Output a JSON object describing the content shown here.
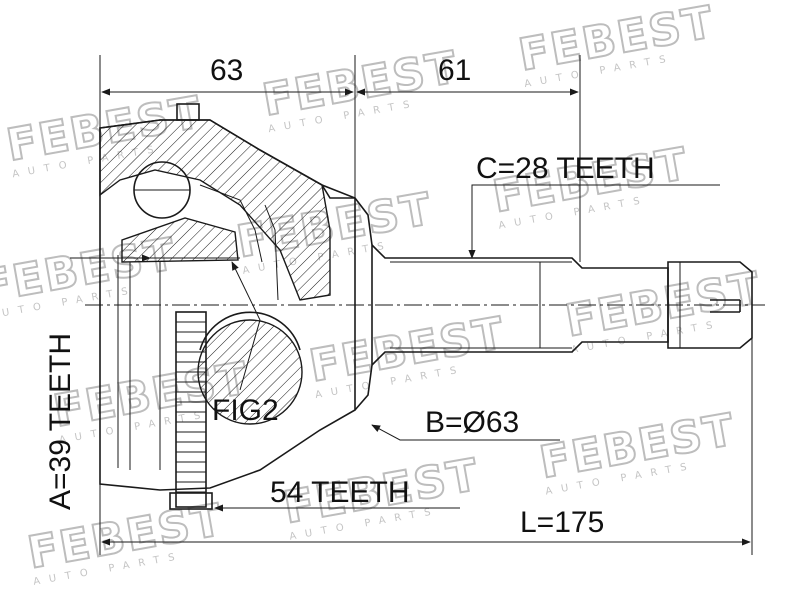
{
  "watermark": {
    "brand": "FEBEST",
    "subtitle": "AUTO PARTS"
  },
  "dimensions": {
    "top_left": "63",
    "top_right": "61",
    "outer_spline": "C=28 TEETH",
    "inner_spline": "A=39 TEETH",
    "abs_ring": "54 TEETH",
    "diameter": "B=Ø63",
    "length": "L=175",
    "figure_label": "FIG2"
  },
  "colors": {
    "line": "#1a1a1a",
    "watermark": "#bdbdbd",
    "background": "#ffffff"
  }
}
